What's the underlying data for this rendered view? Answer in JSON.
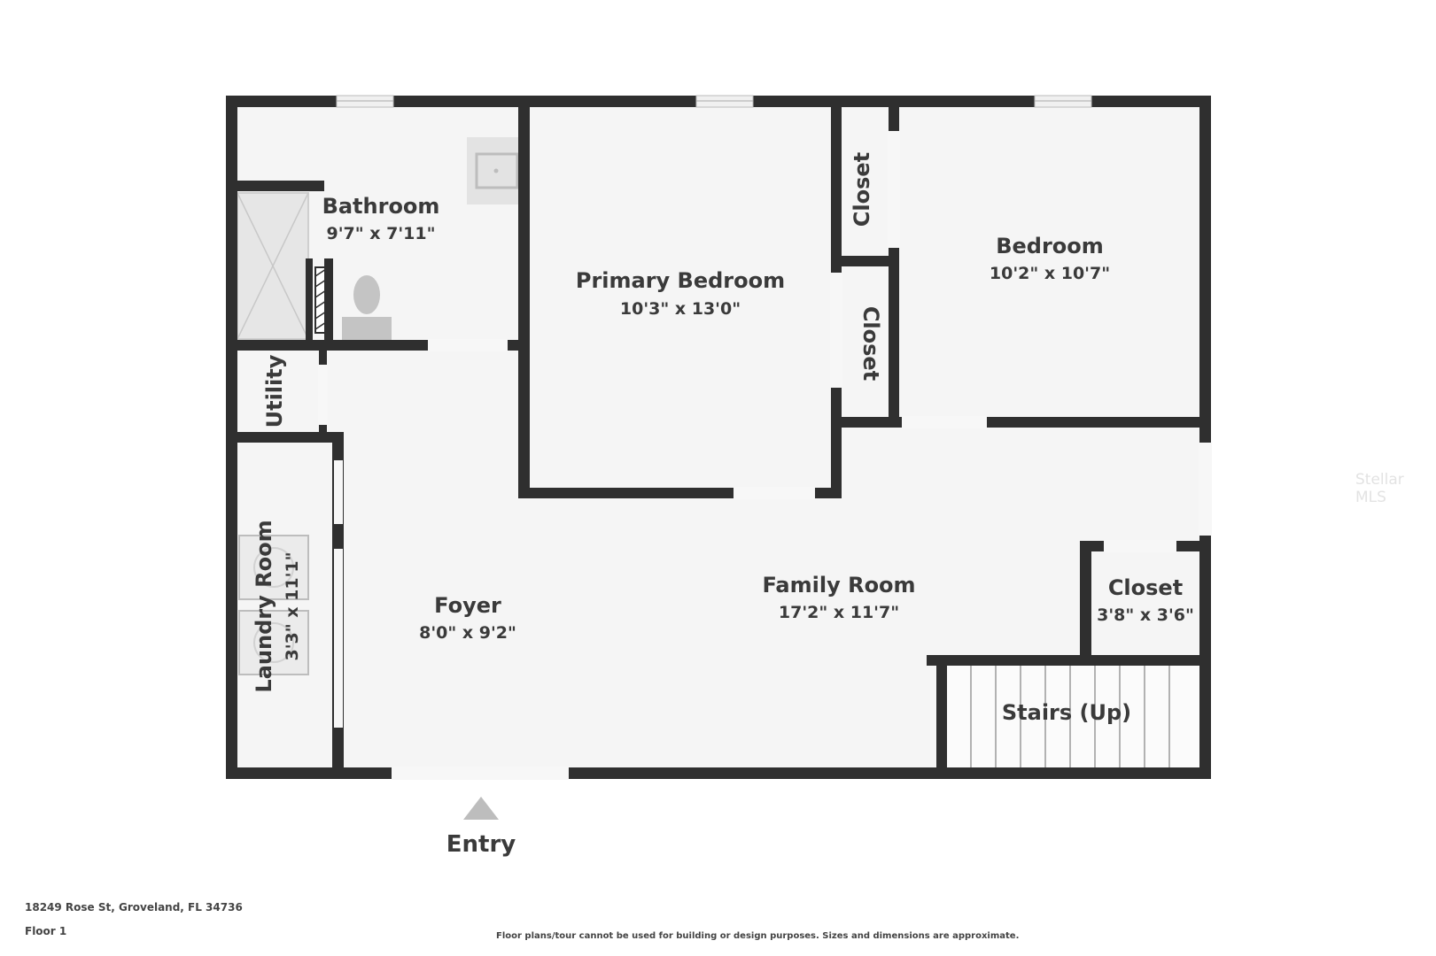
{
  "rooms": {
    "bathroom": {
      "name": "Bathroom",
      "dims": "9'7\" x 7'11\""
    },
    "primary_bedroom": {
      "name": "Primary Bedroom",
      "dims": "10'3\" x 13'0\""
    },
    "bedroom": {
      "name": "Bedroom",
      "dims": "10'2\" x 10'7\""
    },
    "closet_top": {
      "name": "Closet"
    },
    "closet_mid": {
      "name": "Closet"
    },
    "utility": {
      "name": "Utility"
    },
    "laundry": {
      "name": "Laundry Room",
      "dims": "3'3\" x 11'1\""
    },
    "foyer": {
      "name": "Foyer",
      "dims": "8'0\" x 9'2\""
    },
    "family_room": {
      "name": "Family Room",
      "dims": "17'2\" x 11'7\""
    },
    "closet_small": {
      "name": "Closet",
      "dims": "3'8\" x 3'6\""
    },
    "stairs": {
      "name": "Stairs (Up)"
    }
  },
  "entry_label": "Entry",
  "footer": {
    "address": "18249 Rose St, Groveland, FL 34736",
    "floor": "Floor 1",
    "disclaimer": "Floor plans/tour cannot be used for building or design purposes. Sizes and dimensions are approximate."
  },
  "watermark": "Stellar MLS",
  "colors": {
    "wall": "#2f2f2f",
    "floor": "#f5f5f5",
    "fixture": "#bdbdbd"
  }
}
